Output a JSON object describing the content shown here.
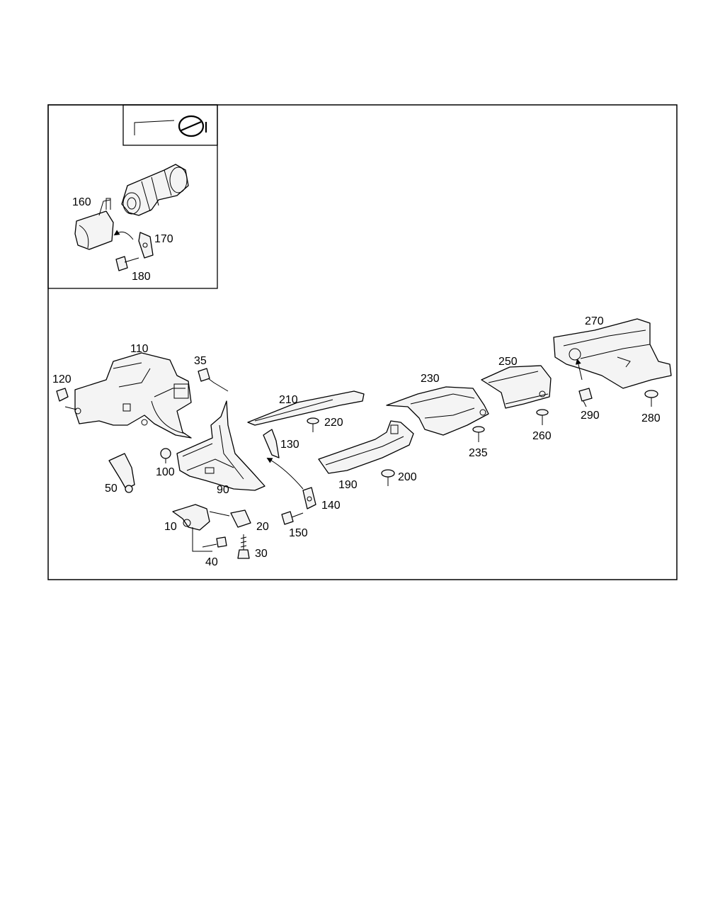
{
  "labels": {
    "p10": "10",
    "p20": "20",
    "p30": "30",
    "p35": "35",
    "p40": "40",
    "p50": "50",
    "p90": "90",
    "p100": "100",
    "p110": "110",
    "p120": "120",
    "p130": "130",
    "p140": "140",
    "p150": "150",
    "p160": "160",
    "p170": "170",
    "p180": "180",
    "p190": "190",
    "p200": "200",
    "p210": "210",
    "p220": "220",
    "p230": "230",
    "p235": "235",
    "p250": "250",
    "p260": "260",
    "p270": "270",
    "p280": "280",
    "p290": "290"
  },
  "icons": {
    "legend": "steering-wheel-icon"
  },
  "colors": {
    "line": "#000000",
    "background": "#ffffff",
    "part_fill": "#f4f4f4"
  }
}
